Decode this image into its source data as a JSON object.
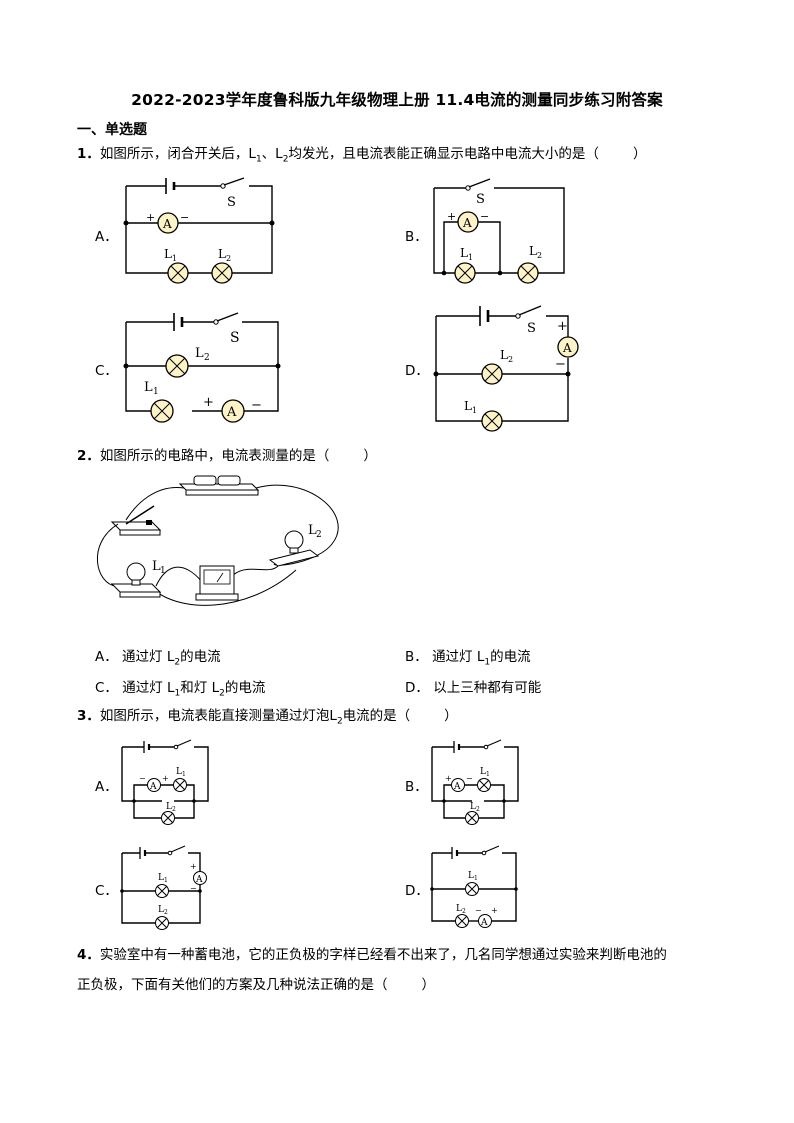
{
  "title": "2022-2023学年度鲁科版九年级物理上册 11.4电流的测量同步练习附答案",
  "section": "一、单选题",
  "q1": {
    "num": "1．",
    "text_a": "如图所示，闭合开关后，L",
    "sub1": "1",
    "text_b": "、L",
    "sub2": "2",
    "text_c": "均发光，且电流表能正确显示电路中电流大小的是（",
    "close": "）",
    "options": [
      "A．",
      "B．",
      "C．",
      "D．"
    ]
  },
  "q2": {
    "num": "2．",
    "text": "如图所示的电路中，电流表测量的是（",
    "close": "）",
    "optA": {
      "label": "A．",
      "pre": "通过灯 L",
      "sub": "2",
      "post": "的电流"
    },
    "optB": {
      "label": "B．",
      "pre": "通过灯 L",
      "sub": "1",
      "post": "的电流"
    },
    "optC": {
      "label": "C．",
      "pre": "通过灯 L",
      "sub": "1",
      "mid": "和灯 L",
      "sub2": "2",
      "post": "的电流"
    },
    "optD": {
      "label": "D．",
      "text": "以上三种都有可能"
    }
  },
  "q3": {
    "num": "3．",
    "text_a": "如图所示，电流表能直接测量通过灯泡L",
    "sub": "2",
    "text_b": "电流的是（",
    "close": "）",
    "options": [
      "A．",
      "B．",
      "C．",
      "D．"
    ]
  },
  "q4": {
    "num": "4．",
    "line1": "实验室中有一种蓄电池，它的正负极的字样已经看不出来了，几名同学想通过实验来判断电池的",
    "line2": "正负极，下面有关他们的方案及几种说法正确的是（",
    "close": "）"
  },
  "labels": {
    "switch": "S",
    "ammeter": "A",
    "lamp1": "L",
    "lamp_sub1": "1",
    "lamp_sub2": "2",
    "plus": "+",
    "minus": "−"
  }
}
